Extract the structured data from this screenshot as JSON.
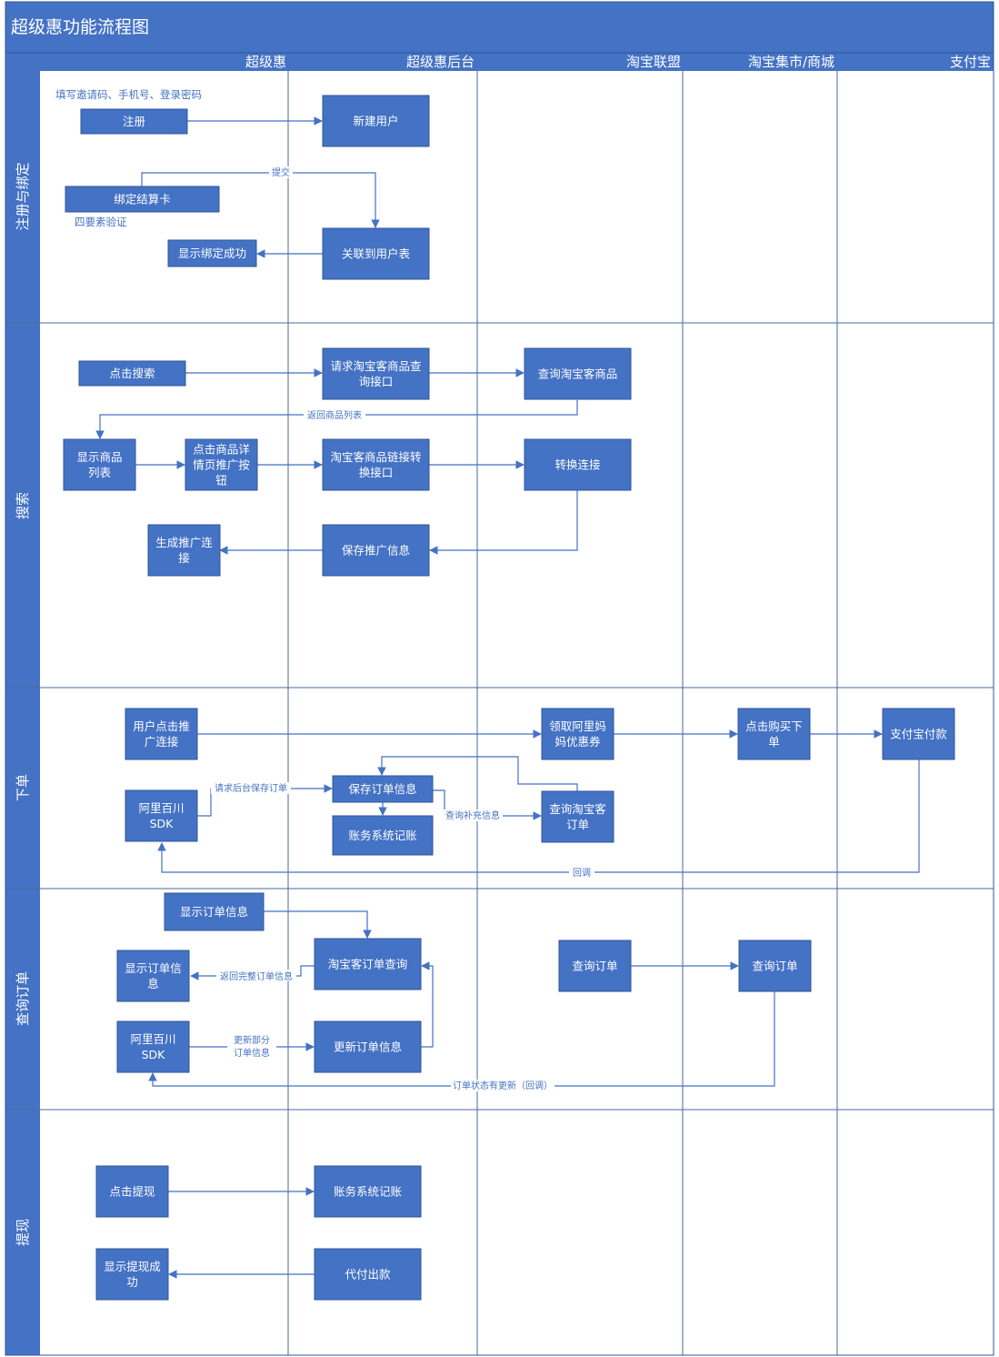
{
  "title": "超级惠功能流程图",
  "columns": [
    "超级惠",
    "超级惠后台",
    "淘宝联盟",
    "淘宝集市/商城",
    "支付宝"
  ],
  "lanes": [
    "注册与绑定",
    "搜索",
    "下单",
    "查询订单",
    "提现"
  ],
  "nodes": {
    "reg": [
      "注册"
    ],
    "newuser": [
      "新建用户"
    ],
    "bindcard": [
      "绑定结算卡"
    ],
    "linkuser": [
      "关联到用户表"
    ],
    "bindok": [
      "显示绑定成功"
    ],
    "clicksearch": [
      "点击搜索"
    ],
    "reqapi": [
      "请求淘宝客商品查",
      "询接口"
    ],
    "querygoods": [
      "查询淘宝客商品"
    ],
    "showlist": [
      "显示商品",
      "列表"
    ],
    "clickdetail": [
      "点击商品详",
      "情页推广按",
      "钮"
    ],
    "linkapi": [
      "淘宝客商品链接转",
      "换接口"
    ],
    "convert": [
      "转换连接"
    ],
    "genlink": [
      "生成推广连",
      "接"
    ],
    "saveinfo": [
      "保存推广信息"
    ],
    "userclick": [
      "用户点击推",
      "广连接"
    ],
    "coupon": [
      "领取阿里妈",
      "妈优惠券"
    ],
    "buy": [
      "点击购买下",
      "单"
    ],
    "alipay": [
      "支付宝付款"
    ],
    "sdk1": [
      "阿里百川",
      "SDK"
    ],
    "saveorder": [
      "保存订单信息"
    ],
    "ledger1": [
      "账务系统记账"
    ],
    "queryorder1": [
      "查询淘宝客",
      "订单"
    ],
    "showorder1": [
      "显示订单信息"
    ],
    "tkquery": [
      "淘宝客订单查询"
    ],
    "showorder2": [
      "显示订单信",
      "息"
    ],
    "queryorderA": [
      "查询订单"
    ],
    "queryorderB": [
      "查询订单"
    ],
    "sdk2": [
      "阿里百川",
      "SDK"
    ],
    "updateorder": [
      "更新订单信息"
    ],
    "withdraw": [
      "点击提现"
    ],
    "ledger2": [
      "账务系统记账"
    ],
    "showwithdraw": [
      "显示提现成",
      "功"
    ],
    "payout": [
      "代付出款"
    ]
  },
  "notes": {
    "fill_form": "填写邀请码、手机号、登录密码",
    "four_factor": "四要素验证"
  },
  "edge_labels": {
    "submit": "提交",
    "return_list": "返回商品列表",
    "req_save": "请求后台保存订单",
    "query_extra": "查询补充信息",
    "callback": "回调",
    "return_full": "返回完整订单信息",
    "update_part": [
      "更新部分",
      "订单信息"
    ],
    "status_update": "订单状态有更新（回调）"
  },
  "colors": {
    "fill": "#4472c4",
    "header": "#4472c4",
    "border": "#2f5597",
    "text": "#ffffff"
  }
}
